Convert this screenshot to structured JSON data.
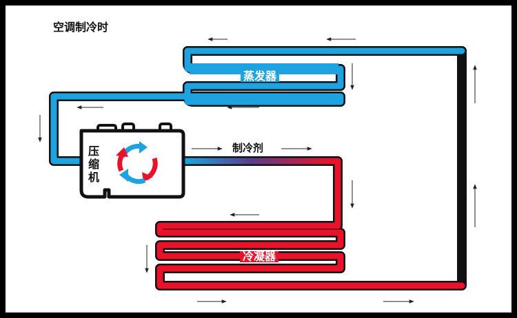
{
  "title": "空调制冷时",
  "labels": {
    "evaporator": "蒸发器",
    "condenser": "冷凝器",
    "refrigerant": "制冷剂",
    "compressor_chars": [
      "压",
      "缩",
      "机"
    ]
  },
  "colors": {
    "cold": "#1fa3e0",
    "hot": "#e8132b",
    "frame": "#000000",
    "background": "#ffffff"
  },
  "icons": {
    "compressor": "compressor-icon",
    "cycle": "refresh-cycle-icon",
    "flow": "arrow-icon"
  }
}
